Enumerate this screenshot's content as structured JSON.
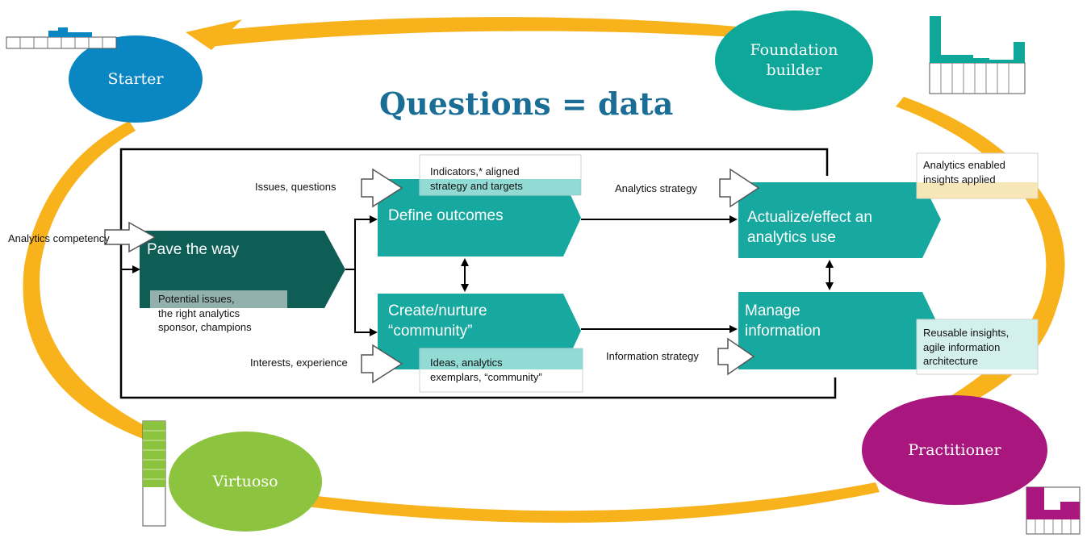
{
  "title": "Questions = data",
  "stages": {
    "starter": "Starter",
    "foundation": "Foundation\nbuilder",
    "practitioner": "Practitioner",
    "virtuoso": "Virtuoso"
  },
  "process": {
    "pave": "Pave the way",
    "define": "Define outcomes",
    "actualize": "Actualize/effect an\nanalytics use",
    "create": "Create/nurture\n“community”",
    "manage": "Manage\ninformation"
  },
  "outputs": {
    "pave": "Potential issues,\nthe right analytics\nsponsor, champions",
    "define": "Indicators,* aligned\nstrategy and targets",
    "create": "Ideas, analytics\nexemplars, “community”",
    "actualize": "Analytics enabled\ninsights applied",
    "manage": "Reusable insights,\nagile information\narchitecture"
  },
  "inputs": {
    "competency": "Analytics competency",
    "issues": "Issues, questions",
    "interests": "Interests, experience",
    "analytics_strategy": "Analytics strategy",
    "information_strategy": "Information strategy"
  },
  "colors": {
    "ring": "#f7b21c",
    "teal": "#17a8a0",
    "dark_teal": "#0e5e56",
    "starter": "#0a87c2",
    "foundation": "#0ea79a",
    "practitioner": "#a8167e",
    "virtuoso": "#8cc43f",
    "title": "#1a6e96"
  }
}
